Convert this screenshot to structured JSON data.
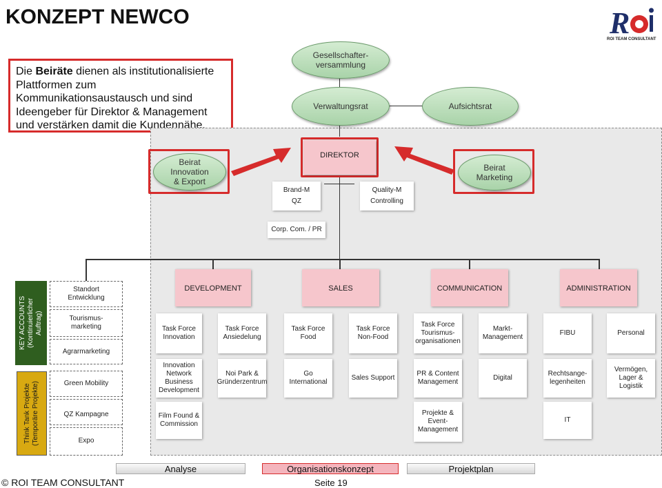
{
  "title": "KONZEPT NEWCO",
  "logo": {
    "brand": "Roi",
    "tagline": "ROI TEAM CONSULTANT"
  },
  "intro": {
    "prefix": "Die ",
    "bold": "Beiräte",
    "rest": " dienen als institutionalisierte Plattformen zum Kommunikationsaustausch und sind Ideengeber für Direktor & Management und verstärken damit die Kundennähe."
  },
  "governance": {
    "gesellschafter": "Gesellschafter-\nversammlung",
    "verwaltungsrat": "Verwaltungsrat",
    "aufsichtsrat": "Aufsichtsrat"
  },
  "beirat_innovation": "Beirat\nInnovation\n& Export",
  "beirat_marketing": "Beirat\nMarketing",
  "direktor": "DIREKTOR",
  "brand_m": "Brand-M\nQZ",
  "quality_m": "Quality-M\nControlling",
  "corp_com": "Corp. Com. / PR",
  "departments": [
    "DEVELOPMENT",
    "SALES",
    "COMMUNICATION",
    "ADMINISTRATION"
  ],
  "key_accounts_label": "KEY ACCOUNTS\n(Kontinuierlicher\nAuftrag)",
  "think_tank_label": "Think Tank Projekte\n(Temporäre Projekte)",
  "left_items": [
    "Standort\nEntwicklung",
    "Tourismus-\nmarketing",
    "Agrarmarketing",
    "Green Mobility",
    "QZ Kampagne",
    "Expo"
  ],
  "row1": [
    "Task Force\nInnovation",
    "Task Force\nAnsiedelung",
    "Task Force\nFood",
    "Task Force\nNon-Food",
    "Task Force\nTourismus-\norganisationen",
    "Markt-\nManagement",
    "FIBU",
    "Personal"
  ],
  "row2": [
    "Innovation\nNetwork\nBusiness\nDevelopment",
    "Noi Park &\nGründerzentrum",
    "Go\nInternational",
    "Sales Support",
    "PR & Content\nManagement",
    "Digital",
    "Rechtsange-\nlegenheiten",
    "Vermögen,\nLager & Logistik"
  ],
  "row3": [
    "Film Found &\nCommission",
    "Projekte &\nEvent-\nManagement",
    "IT"
  ],
  "tabs": [
    "Analyse",
    "Organisationskonzept",
    "Projektplan"
  ],
  "footer": {
    "copyright": "© ROI TEAM CONSULTANT",
    "page": "Seite 19"
  },
  "colors": {
    "accent_red": "#d62b2b",
    "green": "#b8dcb6",
    "pink": "#f6c6cc",
    "key_accounts_green": "#2f5e1f",
    "think_tank_gold": "#d8a911"
  }
}
